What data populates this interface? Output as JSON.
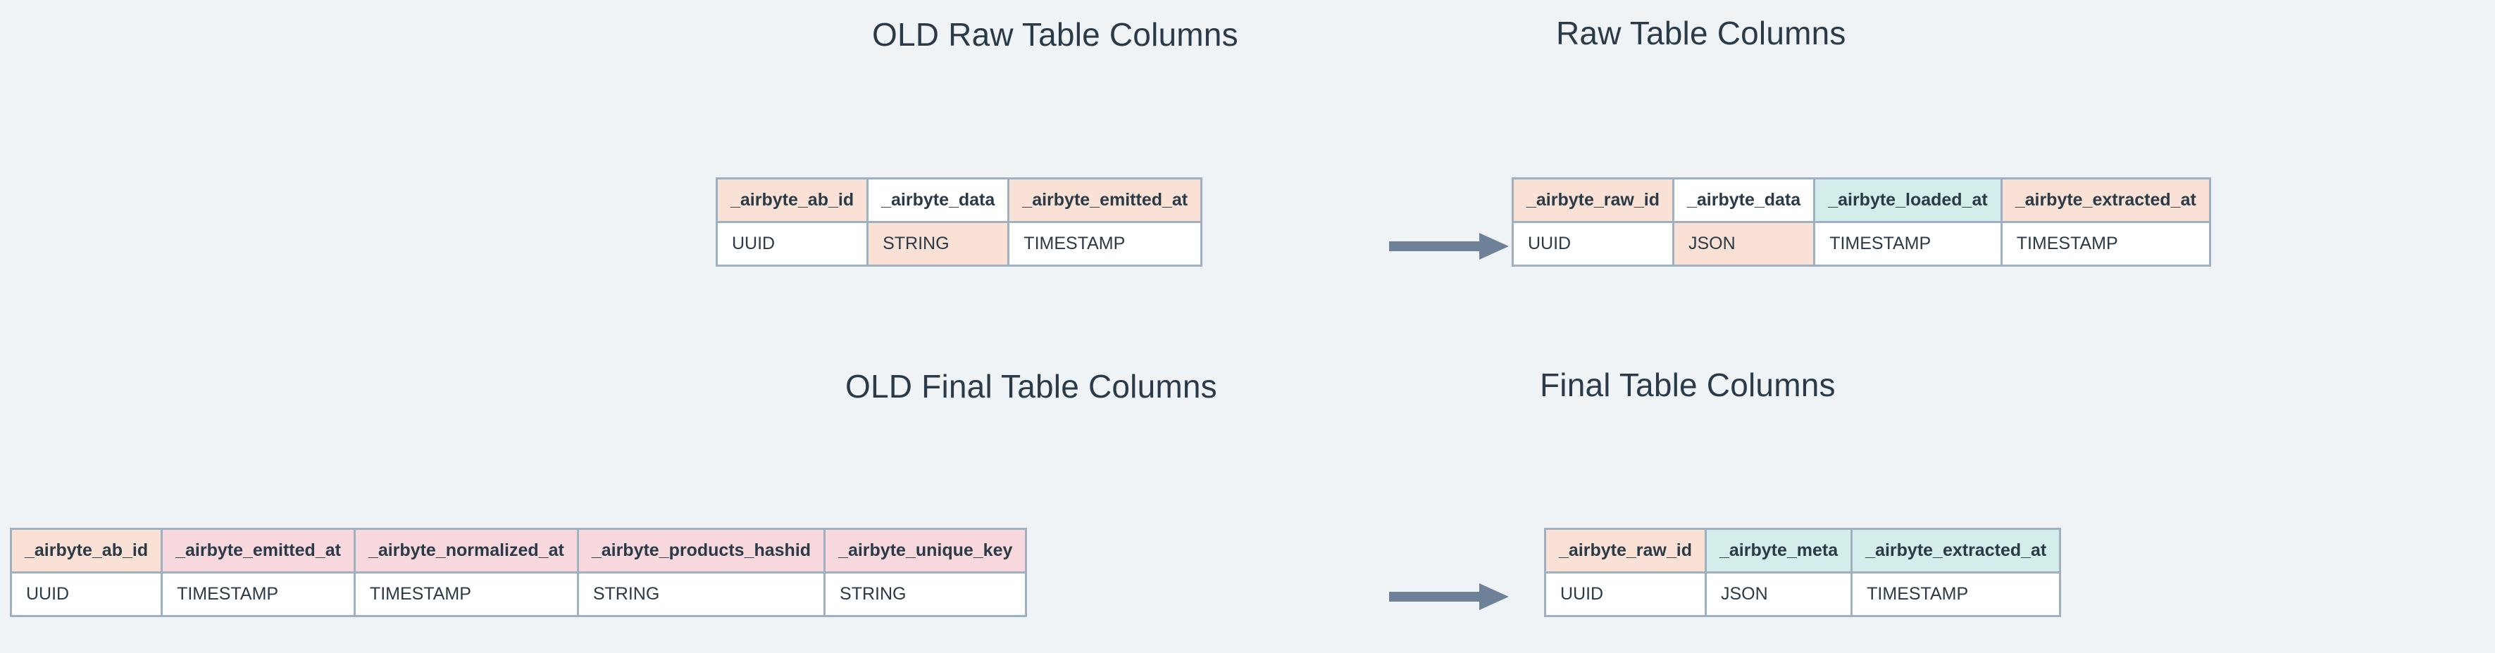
{
  "background_color": "#EFF3F6",
  "accents": {
    "peach": "#F9E2D5",
    "mint": "#D2EDEA",
    "pink": "#F7D9DD",
    "border": "#9FB1C1",
    "arrow": "#6E8198",
    "text": "#2B3A47"
  },
  "titles": {
    "old_raw": "OLD Raw Table Columns",
    "new_raw": "Raw Table Columns",
    "old_final": "OLD Final Table Columns",
    "new_final": "Final Table Columns"
  },
  "tables": {
    "old_raw": {
      "name": "OLD Raw Table Columns",
      "headers": [
        "_airbyte_ab_id",
        "_airbyte_data",
        "_airbyte_emitted_at"
      ],
      "header_fills": [
        "peach",
        "white",
        "peach"
      ],
      "types": [
        "UUID",
        "STRING",
        "TIMESTAMP"
      ],
      "type_fills": [
        "white",
        "peach",
        "white"
      ]
    },
    "new_raw": {
      "name": "Raw Table Columns",
      "headers": [
        "_airbyte_raw_id",
        "_airbyte_data",
        "_airbyte_loaded_at",
        "_airbyte_extracted_at"
      ],
      "header_fills": [
        "peach",
        "white",
        "mint",
        "peach"
      ],
      "types": [
        "UUID",
        "JSON",
        "TIMESTAMP",
        "TIMESTAMP"
      ],
      "type_fills": [
        "white",
        "peach",
        "white",
        "white"
      ]
    },
    "old_final": {
      "name": "OLD Final Table Columns",
      "headers": [
        "_airbyte_ab_id",
        "_airbyte_emitted_at",
        "_airbyte_normalized_at",
        "_airbyte_products_hashid",
        "_airbyte_unique_key"
      ],
      "header_fills": [
        "peach",
        "pink",
        "pink",
        "pink",
        "pink"
      ],
      "types": [
        "UUID",
        "TIMESTAMP",
        "TIMESTAMP",
        "STRING",
        "STRING"
      ],
      "type_fills": [
        "white",
        "white",
        "white",
        "white",
        "white"
      ]
    },
    "new_final": {
      "name": "Final Table Columns",
      "headers": [
        "_airbyte_raw_id",
        "_airbyte_meta",
        "_airbyte_extracted_at"
      ],
      "header_fills": [
        "peach",
        "mint",
        "mint"
      ],
      "types": [
        "UUID",
        "JSON",
        "TIMESTAMP"
      ],
      "type_fills": [
        "white",
        "white",
        "white"
      ]
    }
  },
  "arrows": {
    "raw": "arrow-right-icon",
    "final": "arrow-right-icon"
  }
}
